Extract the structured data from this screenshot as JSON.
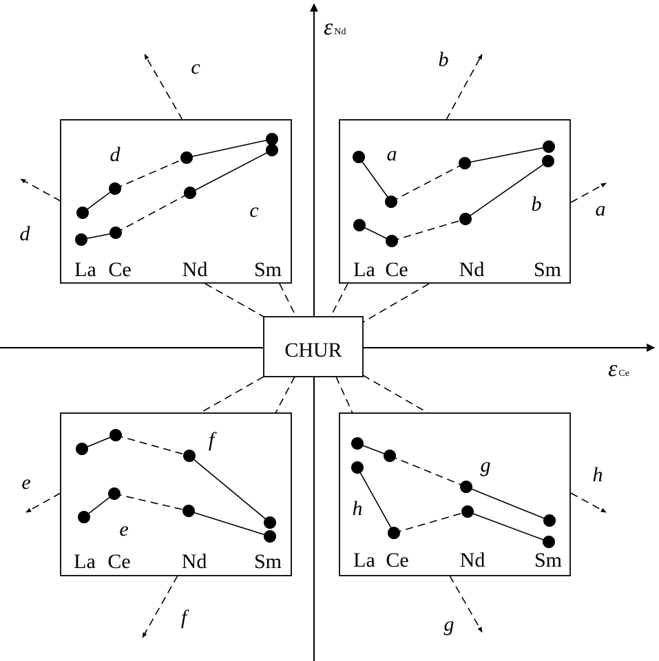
{
  "center_label": "CHUR",
  "axes": {
    "x_symbol": "ε",
    "x_subscript": "Ce",
    "y_symbol": "ε",
    "y_subscript": "Nd"
  },
  "elements": [
    "La",
    "Ce",
    "Nd",
    "Sm"
  ],
  "quadrants": {
    "top_left": {
      "arrow_labels": [
        "c",
        "d"
      ],
      "pattern_labels": [
        "d",
        "c"
      ]
    },
    "top_right": {
      "arrow_labels": [
        "b",
        "a"
      ],
      "pattern_labels": [
        "a",
        "b"
      ]
    },
    "bottom_left": {
      "arrow_labels": [
        "e",
        "f"
      ],
      "pattern_labels": [
        "f",
        "e"
      ]
    },
    "bottom_right": {
      "arrow_labels": [
        "h",
        "g"
      ],
      "pattern_labels": [
        "g",
        "h"
      ]
    }
  }
}
